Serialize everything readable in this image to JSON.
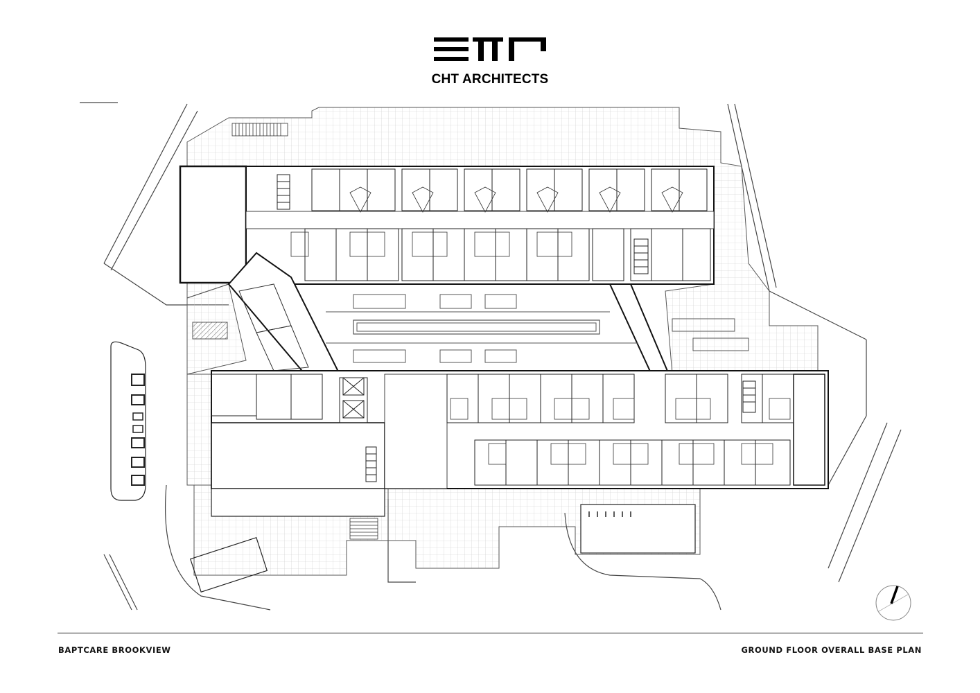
{
  "firm": {
    "name": "CHT ARCHITECTS"
  },
  "footer": {
    "project": "BAPTCARE BROOKVIEW",
    "sheet": "GROUND FLOOR OVERALL BASE PLAN"
  },
  "colors": {
    "ink": "#000000",
    "line": "#333333",
    "paving": "#9a9a9a"
  },
  "icons": {
    "north": "north-arrow-icon",
    "logo": "cht-logo-icon"
  }
}
